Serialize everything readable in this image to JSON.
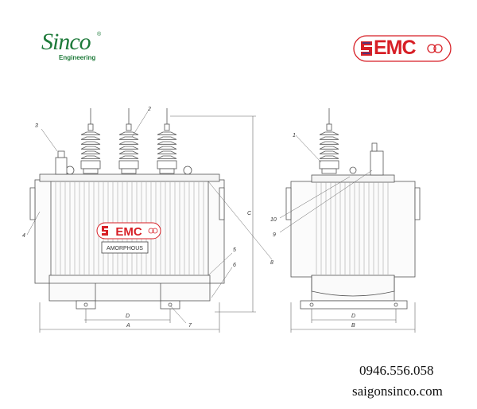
{
  "brand": {
    "sinco_name": "Sinco",
    "sinco_registered": "®",
    "sinco_sub": "Engineering",
    "emc_name": "EMC"
  },
  "transformer": {
    "nameplate": "AMORPHOUS",
    "logo_text": "EMC"
  },
  "callouts": [
    "1",
    "2",
    "3",
    "4",
    "5",
    "6",
    "7",
    "8",
    "9",
    "10"
  ],
  "dimensions": {
    "front": [
      "D",
      "A",
      "C"
    ],
    "side": [
      "D",
      "B"
    ]
  },
  "contact": {
    "phone": "0946.556.058",
    "website": "saigonsinco.com"
  },
  "colors": {
    "sinco_green": "#1e7a3a",
    "emc_red": "#d71f26",
    "emc_blue": "#2b3990",
    "line": "#555555"
  }
}
